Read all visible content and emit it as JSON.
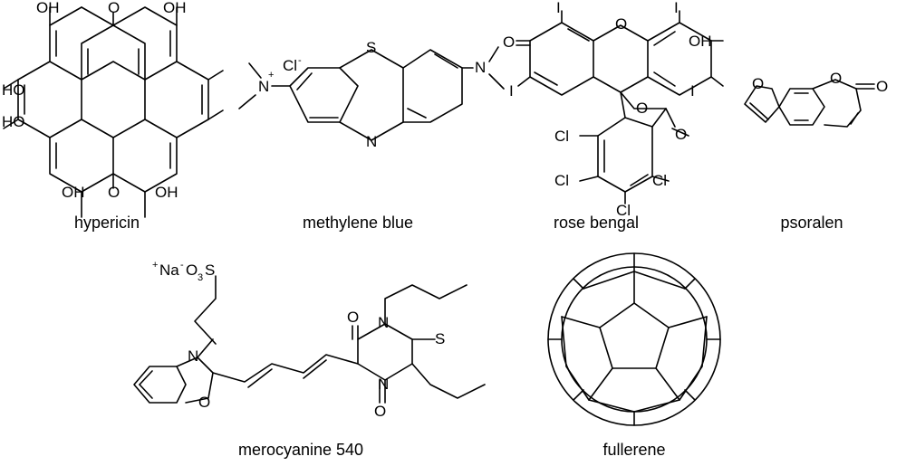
{
  "compounds": [
    {
      "name": "hypericin",
      "labels": {
        "oh_top_left": "OH",
        "o_top": "O",
        "oh_top_right": "OH",
        "ho_left_1": "HO",
        "ho_left_2": "HO",
        "oh_bottom_left": "OH",
        "o_bottom": "O",
        "oh_bottom_right": "OH"
      }
    },
    {
      "name": "methylene blue",
      "labels": {
        "n_left": "N",
        "charge_plus": "+",
        "chloride": "Cl",
        "charge_minus": "-",
        "s": "S",
        "n_ring": "N",
        "n_right": "N"
      }
    },
    {
      "name": "rose bengal",
      "labels": {
        "o_ketone": "O",
        "i_1": "I",
        "o_ring": "O",
        "i_2": "I",
        "oh": "OH",
        "i_3": "I",
        "i_4": "I",
        "o_lactone": "O",
        "o_carbonyl": "O",
        "cl_1": "Cl",
        "cl_2": "Cl",
        "cl_3": "Cl",
        "cl_4": "Cl"
      }
    },
    {
      "name": "psoralen",
      "labels": {
        "o_furan": "O",
        "o_ring": "O",
        "o_carbonyl": "O"
      }
    },
    {
      "name": "merocyanine 540",
      "labels": {
        "na_plus": "+",
        "na": "Na",
        "o3_minus": "-",
        "o3": "O",
        "o3_sub": "3",
        "s": "S",
        "n_benzox": "N",
        "o_benzox": "O",
        "o_top": "O",
        "n_top": "N",
        "s_thione": "S",
        "n_bottom": "N",
        "o_bottom": "O"
      }
    },
    {
      "name": "fullerene"
    }
  ]
}
